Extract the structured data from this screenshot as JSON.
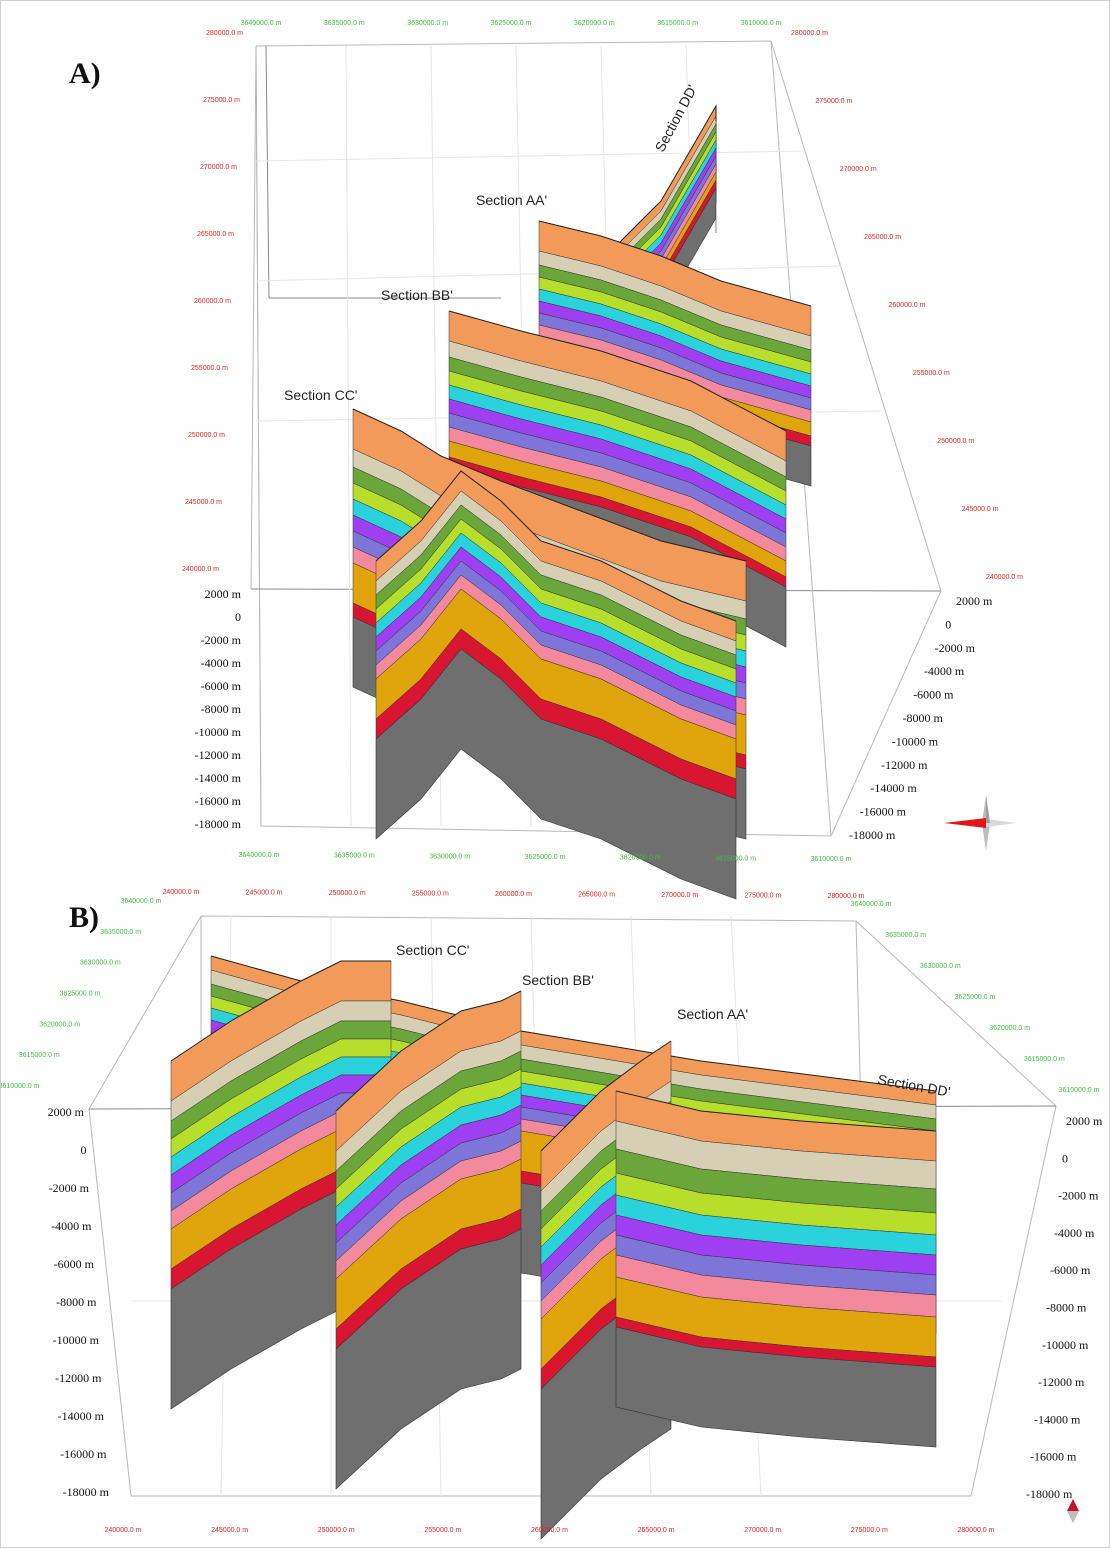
{
  "panels": [
    {
      "label": "A)",
      "section_labels": [
        "Section DD'",
        "Section AA'",
        "Section BB'",
        "Section CC'"
      ],
      "left_depth_ticks": [
        "2000 m",
        "0",
        "-2000 m",
        "-4000 m",
        "-6000 m",
        "-8000 m",
        "-10000 m",
        "-12000 m",
        "-14000 m",
        "-16000 m",
        "-18000 m"
      ],
      "right_depth_ticks": [
        "2000 m",
        "0",
        "-2000 m",
        "-4000 m",
        "-6000 m",
        "-8000 m",
        "-10000 m",
        "-12000 m",
        "-14000 m",
        "-16000 m",
        "-18000 m"
      ],
      "left_northing_ticks": [
        "280000.0 m",
        "275000.0 m",
        "270000.0 m",
        "265000.0 m",
        "260000.0 m",
        "255000.0 m",
        "250000.0 m",
        "245000.0 m",
        "240000.0 m"
      ],
      "right_northing_ticks": [
        "280000.0 m",
        "275000.0 m",
        "270000.0 m",
        "265000.0 m",
        "260000.0 m",
        "255000.0 m",
        "250000.0 m",
        "245000.0 m",
        "240000.0 m"
      ],
      "top_easting_ticks": [
        "3640000.0 m",
        "3635000.0 m",
        "3630000.0 m",
        "3625000.0 m",
        "3620000.0 m",
        "3615000.0 m",
        "3610000.0 m"
      ],
      "bottom_easting_ticks": [
        "3640000.0 m",
        "3635000.0 m",
        "3630000.0 m",
        "3625000.0 m",
        "3620000.0 m",
        "3615000.0 m",
        "3610000.0 m"
      ]
    },
    {
      "label": "B)",
      "section_labels": [
        "Section CC'",
        "Section BB'",
        "Section AA'",
        "Section DD'"
      ],
      "left_depth_ticks": [
        "2000 m",
        "0",
        "-2000 m",
        "-4000 m",
        "-6000 m",
        "-8000 m",
        "-10000 m",
        "-12000 m",
        "-14000 m",
        "-16000 m",
        "-18000 m"
      ],
      "right_depth_ticks": [
        "2000 m",
        "0",
        "-2000 m",
        "-4000 m",
        "-6000 m",
        "-8000 m",
        "-10000 m",
        "-12000 m",
        "-14000 m",
        "-16000 m",
        "-18000 m"
      ],
      "top_northing_ticks": [
        "240000.0 m",
        "245000.0 m",
        "250000.0 m",
        "255000.0 m",
        "260000.0 m",
        "265000.0 m",
        "270000.0 m",
        "275000.0 m",
        "280000.0 m"
      ],
      "bottom_northing_ticks": [
        "240000.0 m",
        "245000.0 m",
        "250000.0 m",
        "255000.0 m",
        "260000.0 m",
        "265000.0 m",
        "270000.0 m",
        "275000.0 m",
        "280000.0 m"
      ],
      "left_easting_ticks": [
        "3640000.0 m",
        "3635000.0 m",
        "3630000.0 m",
        "3625000.0 m",
        "3620000.0 m",
        "3615000.0 m",
        "3610000.0 m"
      ],
      "right_easting_ticks": [
        "3640000.0 m",
        "3635000.0 m",
        "3630000.0 m",
        "3625000.0 m",
        "3620000.0 m",
        "3615000.0 m",
        "3610000.0 m"
      ]
    }
  ],
  "layer_colors": [
    "#f29a5a",
    "#d6cfb4",
    "#6aa63a",
    "#b6de2a",
    "#2ad3db",
    "#9e3ff2",
    "#7d76d8",
    "#f2899c",
    "#e0a40c",
    "#d81632",
    "#6f6f6f"
  ],
  "compass_icon": "north-arrow-icon"
}
